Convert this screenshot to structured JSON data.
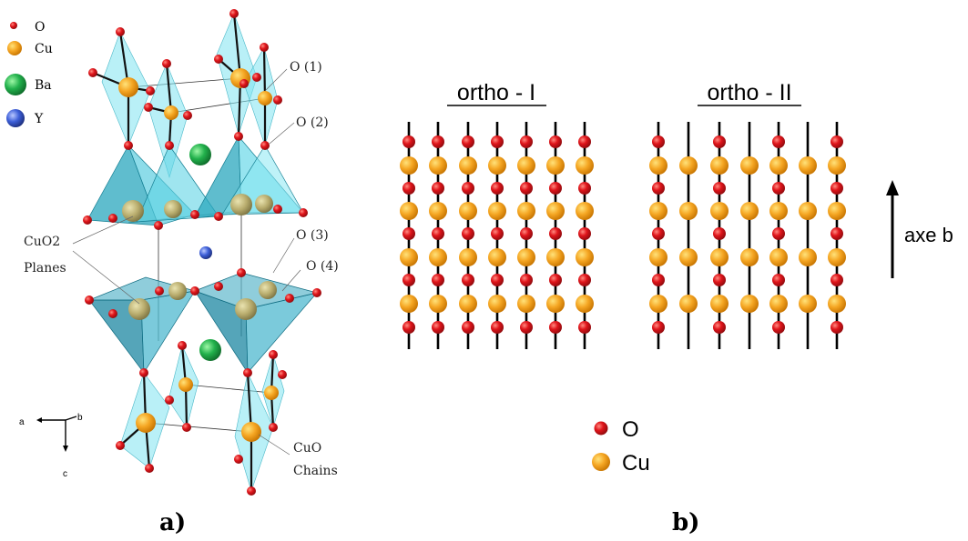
{
  "panel_a": {
    "legend": [
      {
        "label": "O",
        "color": "#e0151b"
      },
      {
        "label": "Cu",
        "color": "#f39a1a"
      },
      {
        "label": "Ba",
        "color": "#22b14c"
      },
      {
        "label": "Y",
        "color": "#3d5fd8"
      }
    ],
    "annotations": {
      "o1": "O (1)",
      "o2": "O (2)",
      "o3": "O (3)",
      "o4": "O (4)",
      "cuo2_line1": "CuO2",
      "cuo2_line2": "Planes",
      "cuo_line1": "CuO",
      "cuo_line2": "Chains"
    },
    "axes": {
      "a": "a",
      "b": "b",
      "c": "c"
    },
    "caption": "a)"
  },
  "panel_b": {
    "title_left": "ortho - I",
    "title_right": "ortho - II",
    "axis_label": "axe b",
    "legend": [
      {
        "label": "O",
        "color": "#e0151b"
      },
      {
        "label": "Cu",
        "color": "#f5a623"
      }
    ],
    "caption": "b)"
  }
}
